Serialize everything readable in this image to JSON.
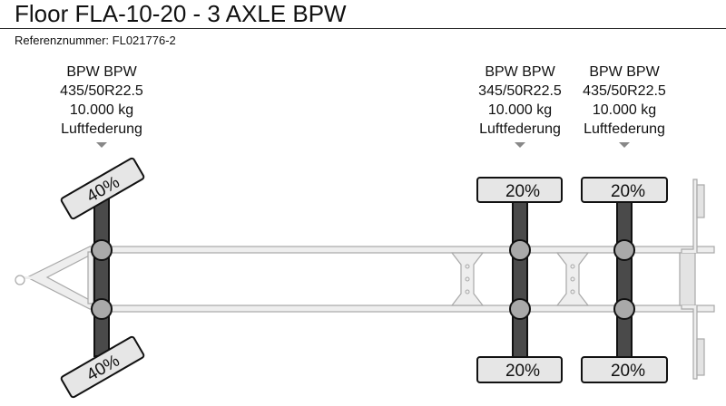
{
  "header": {
    "title": "Floor FLA-10-20 - 3 AXLE BPW",
    "reference": "Referenznummer: FL021776-2"
  },
  "axles": [
    {
      "brand": "BPW BPW",
      "tire": "435/50R22.5",
      "load": "10.000 kg",
      "suspension": "Luftfederung",
      "top_pct": "40%",
      "bottom_pct": "40%",
      "steering": true
    },
    {
      "brand": "BPW BPW",
      "tire": "345/50R22.5",
      "load": "10.000 kg",
      "suspension": "Luftfederung",
      "top_pct": "20%",
      "bottom_pct": "20%",
      "steering": false
    },
    {
      "brand": "BPW BPW",
      "tire": "435/50R22.5",
      "load": "10.000 kg",
      "suspension": "Luftfederung",
      "top_pct": "20%",
      "bottom_pct": "20%",
      "steering": false
    }
  ],
  "colors": {
    "axle": "#4a4a4a",
    "frame": "#e8e8e8",
    "frame_stroke": "#a8a8a8",
    "hub": "#a9a9a9",
    "label_bg": "#e6e6e6"
  }
}
